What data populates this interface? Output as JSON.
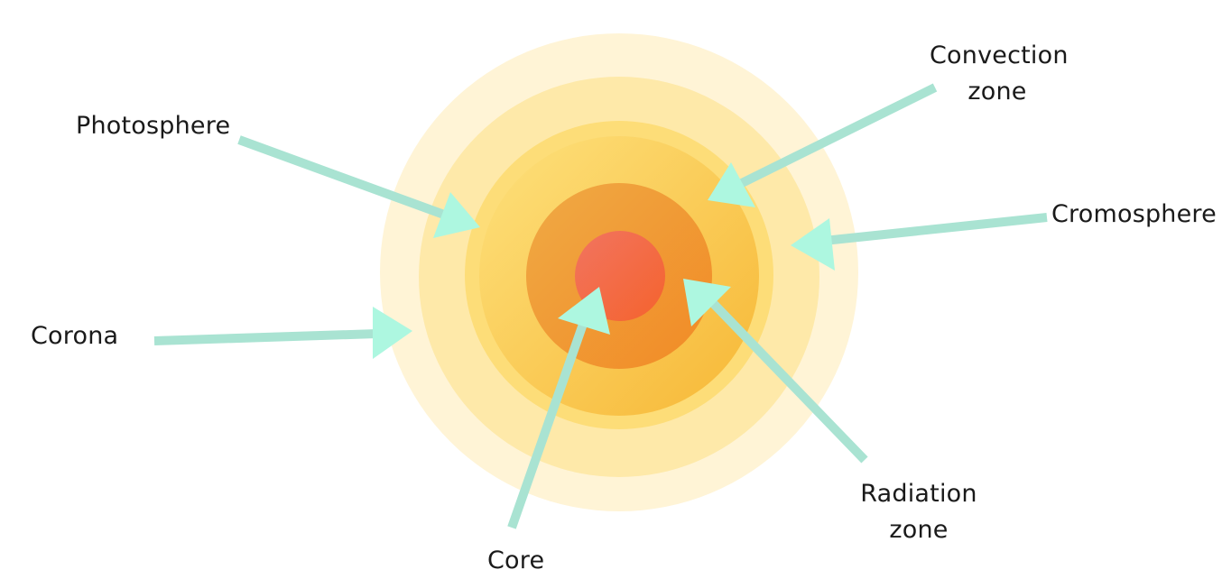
{
  "diagram": {
    "labels": {
      "photosphere": "Photosphere",
      "convection_line1": "Convection",
      "convection_line2": "zone",
      "cromosphere": "Cromosphere",
      "corona": "Corona",
      "core": "Core",
      "radiation_line1": "Radiation",
      "radiation_line2": "zone"
    },
    "colors": {
      "arrow": "#a9e3d2",
      "arrow_head": "#adf7e0",
      "corona": "#fff4d6",
      "cromosphere": "#fee9a9",
      "photosphere": "#fddd78",
      "convection_zone": "#fbd052",
      "radiation_zone": "#f0a038",
      "core": "#f1684d"
    }
  }
}
